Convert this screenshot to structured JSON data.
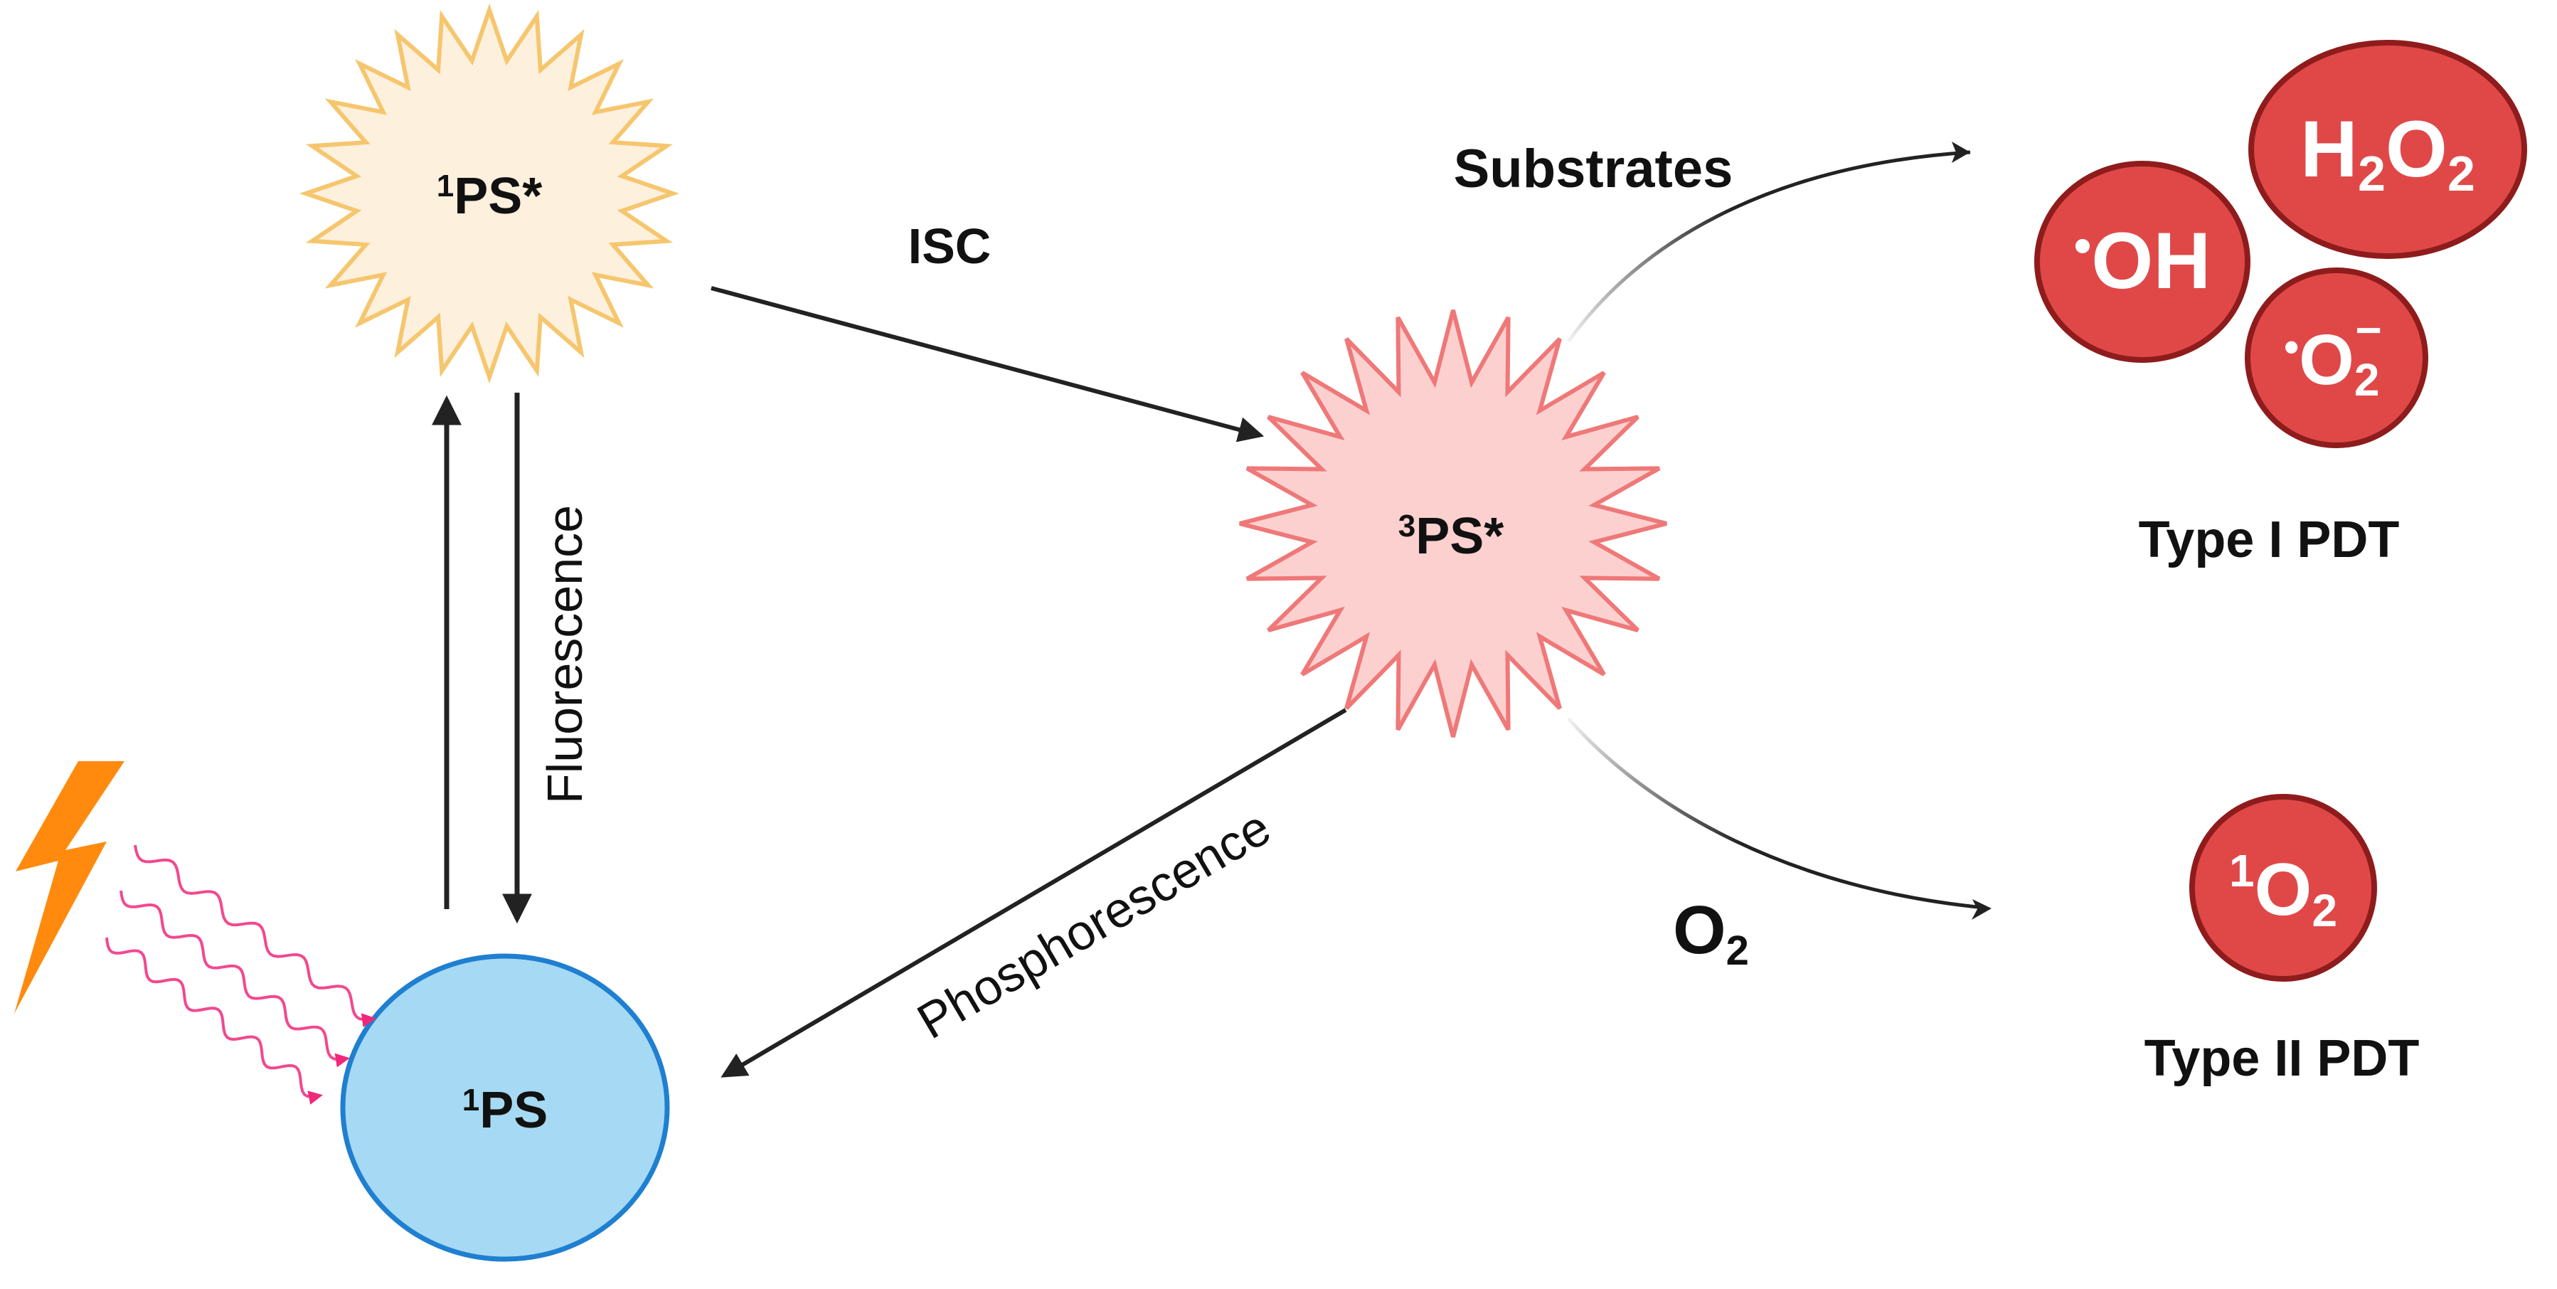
{
  "colors": {
    "singlet_excited_fill": "#fdf0dd",
    "singlet_excited_stroke": "#f6c66e",
    "triplet_fill": "#fdd0d0",
    "triplet_stroke": "#ef7878",
    "ground_fill": "#a6d9f3",
    "ground_stroke": "#1f7fd1",
    "ros_fill": "#e04848",
    "ros_stroke": "#8f1c1c",
    "arrow": "#222222",
    "light_wave": "#f0287a",
    "lightning": "#ff8a0d"
  },
  "states": {
    "singlet_excited": {
      "sup": "1",
      "main": "PS*"
    },
    "triplet_excited": {
      "sup": "3",
      "main": "PS*"
    },
    "ground": {
      "sup": "1",
      "main": "PS"
    }
  },
  "transitions": {
    "isc": "ISC",
    "fluorescence": "Fluorescence",
    "phosphorescence": "Phosphorescence",
    "substrates": "Substrates",
    "oxygen": {
      "main": "O",
      "sub": "2"
    }
  },
  "type1": {
    "label": "Type I PDT",
    "ros": [
      {
        "id": "hydroxyl",
        "dot": "•",
        "main": "OH"
      },
      {
        "id": "peroxide",
        "main1": "H",
        "sub1": "2",
        "main2": "O",
        "sub2": "2"
      },
      {
        "id": "superoxide",
        "dot": "•",
        "main": "O",
        "sub": "2",
        "sup": "−"
      }
    ]
  },
  "type2": {
    "label": "Type II PDT",
    "ros": {
      "sup": "1",
      "main": "O",
      "sub": "2"
    }
  },
  "icons": {
    "light_source": "lightning-bolt-icon",
    "light_waves": "wavy-light-arrows-icon"
  }
}
